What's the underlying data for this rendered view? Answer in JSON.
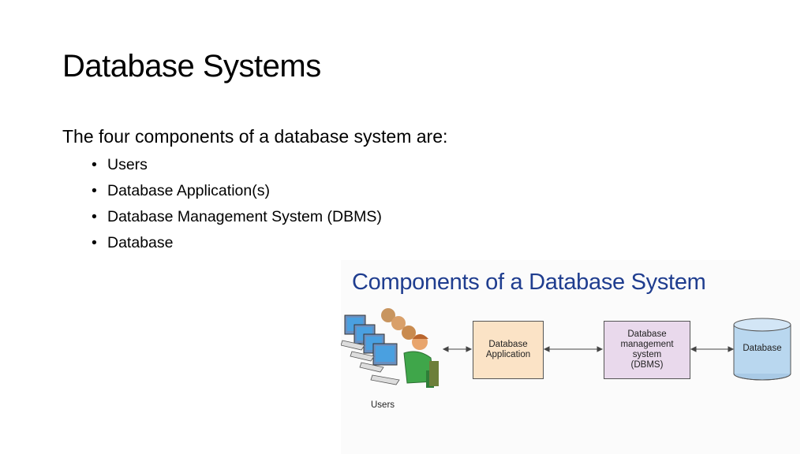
{
  "slide": {
    "title": "Database Systems",
    "intro": "The four components of a database system are:",
    "bullets": [
      "Users",
      "Database Application(s)",
      "Database Management System (DBMS)",
      "Database"
    ]
  },
  "figure": {
    "title": "Components of a Database System",
    "users_label": "Users",
    "app_label": "Database\nApplication",
    "dbms_label": "Database\nmanagement\nsystem\n(DBMS)",
    "database_label": "Database",
    "colors": {
      "title": "#1f3d8f",
      "app_box": "#fbe3c6",
      "dbms_box": "#e9d9ec",
      "database": "#b9d7ef"
    }
  }
}
